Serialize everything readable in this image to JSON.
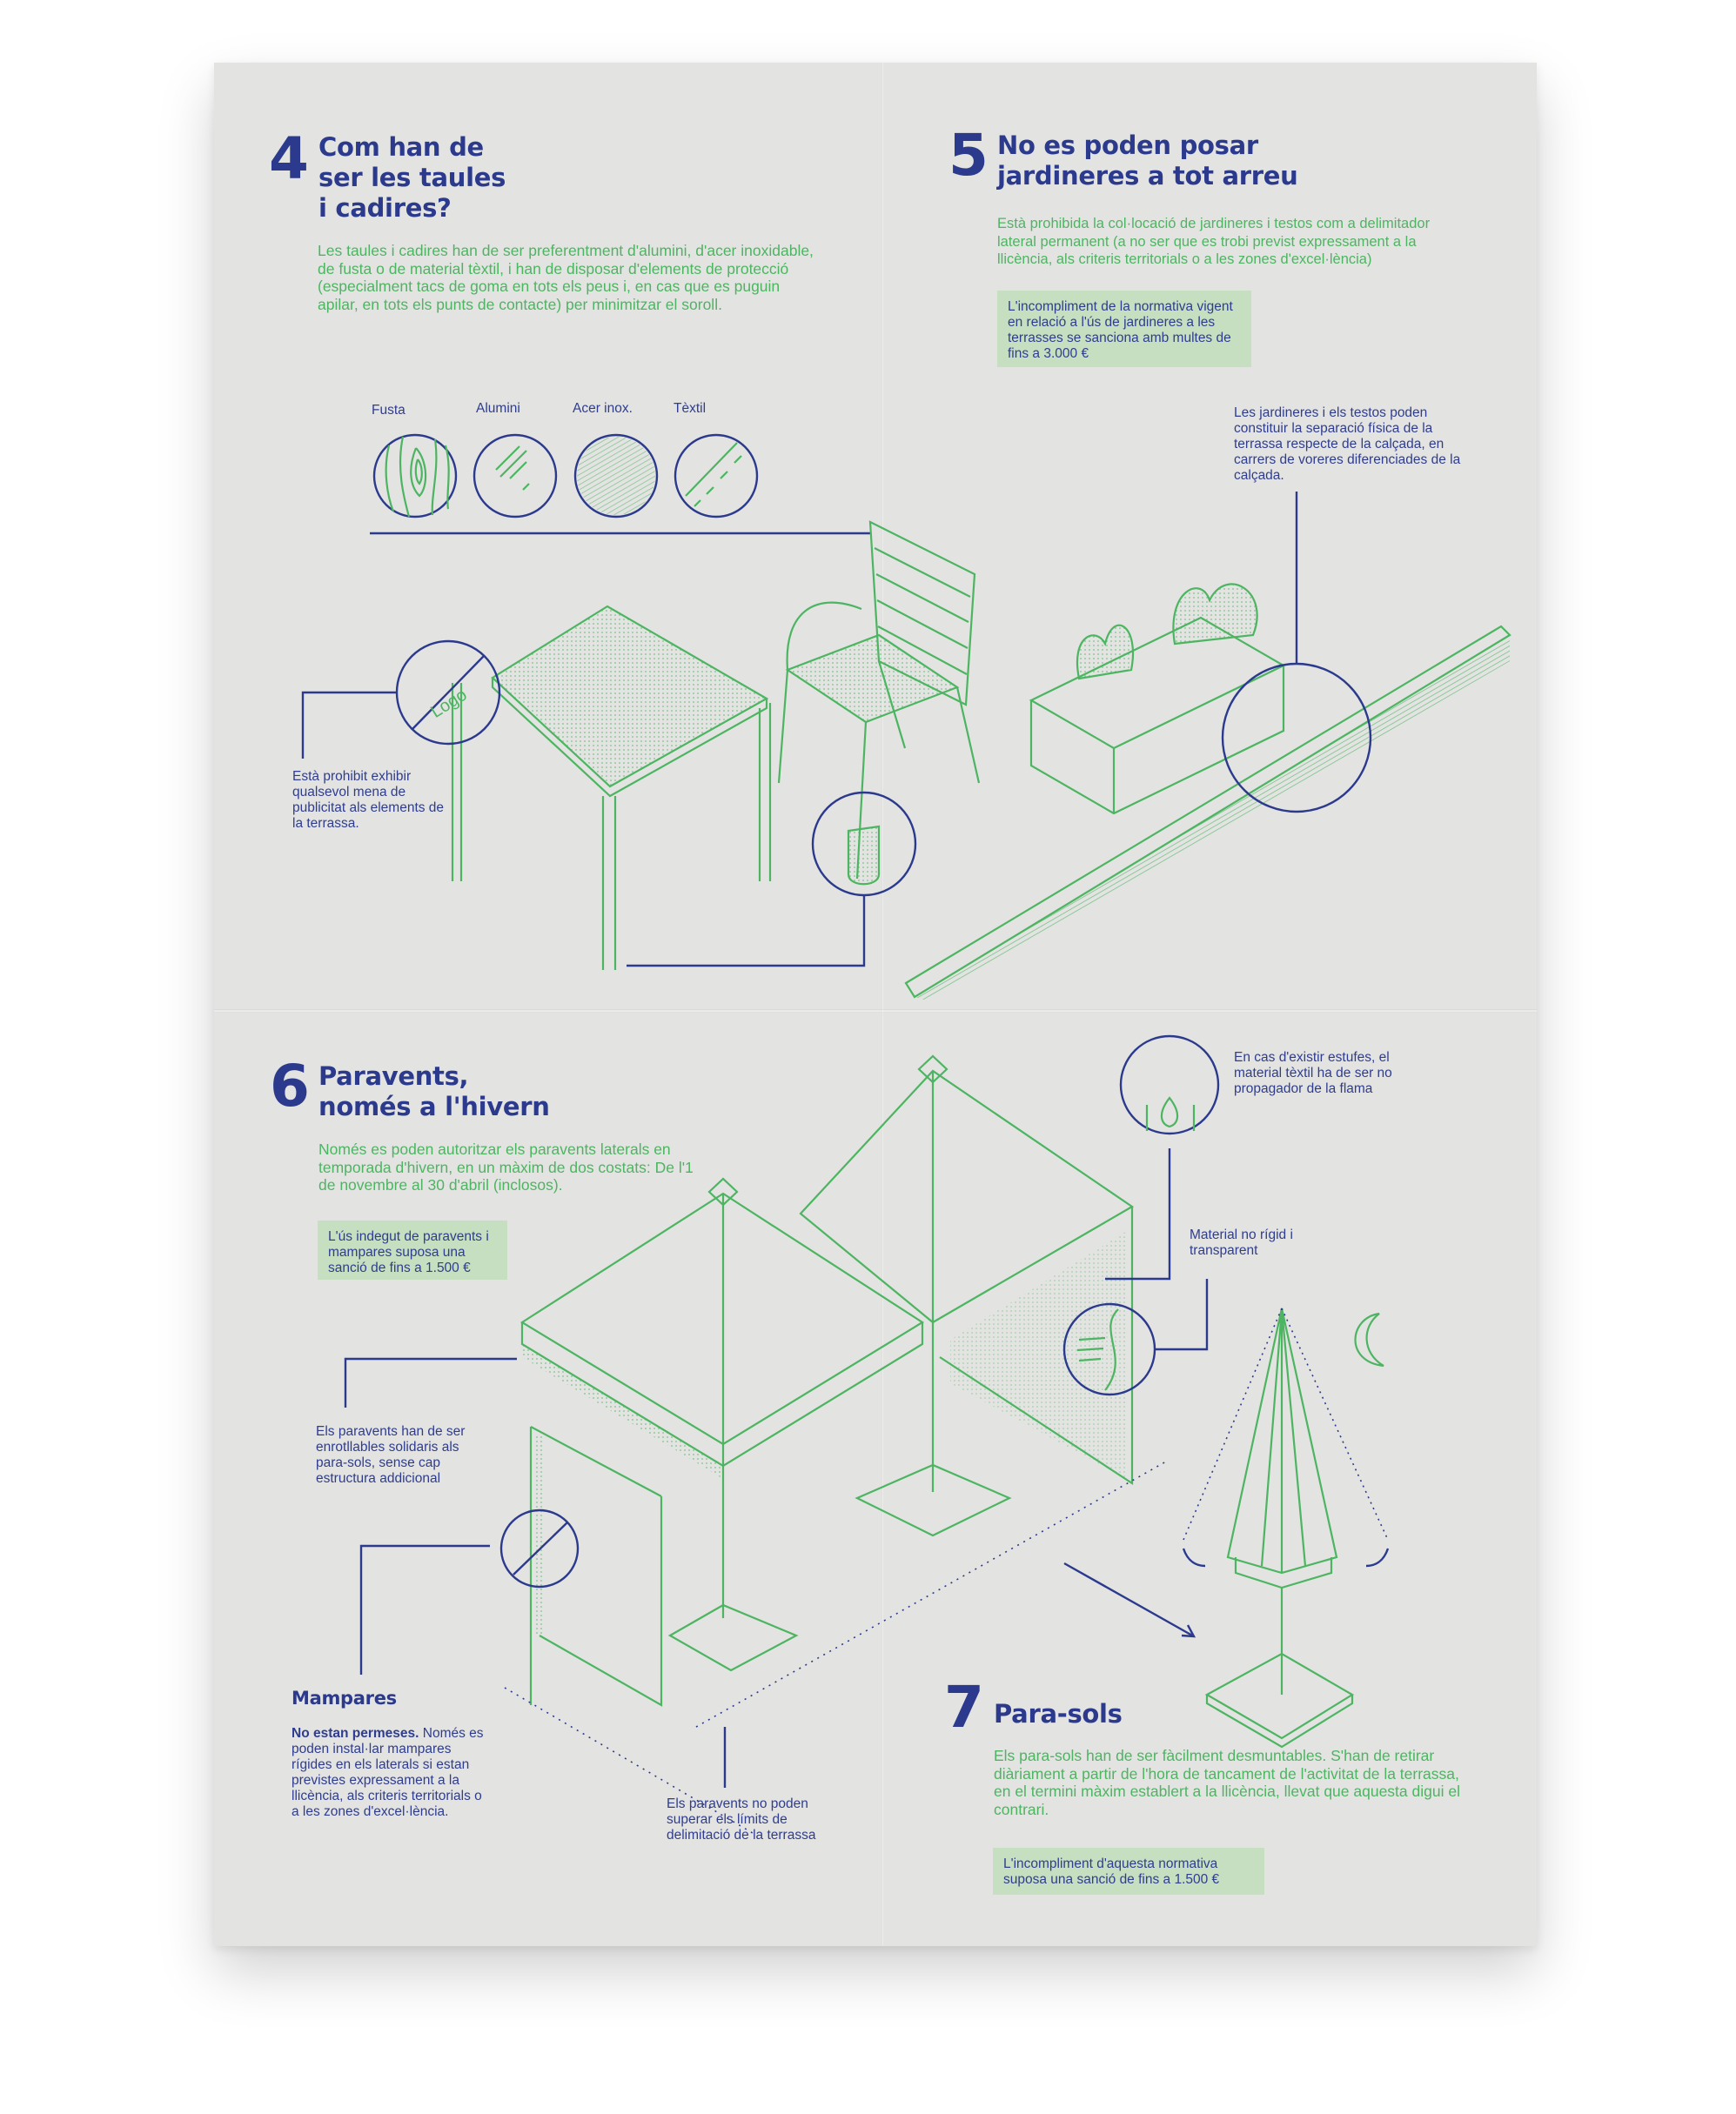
{
  "colors": {
    "navy": "#2b3a8c",
    "green": "#4db561",
    "box_green": "#c6dfc1",
    "paper": "#e3e3e2"
  },
  "section4": {
    "number": "4",
    "title_lines": [
      "Com han de",
      "ser les taules",
      "i cadires?"
    ],
    "body": "Les taules i cadires han de ser preferentment d'alumini, d'acer inoxidable, de fusta o de material tèxtil, i han de disposar d'elements de protecció (especialment tacs de goma en tots els peus i, en cas que es puguin apilar, en tots els punts de contacte) per minimitzar el soroll.",
    "materials": [
      {
        "label": "Fusta",
        "icon": "wood-texture-icon"
      },
      {
        "label": "Alumini",
        "icon": "aluminium-texture-icon"
      },
      {
        "label": "Acer inox.",
        "icon": "steel-texture-icon"
      },
      {
        "label": "Tèxtil",
        "icon": "textile-texture-icon"
      }
    ],
    "logo_text": "Logo",
    "advertising_note": "Està prohibit exhibir qualsevol mena de publicitat als elements de la terrassa."
  },
  "section5": {
    "number": "5",
    "title_lines": [
      "No es poden posar",
      "jardineres a tot arreu"
    ],
    "body": "Està prohibida la col·locació de jardineres i testos com a delimitador lateral permanent (a no ser que es trobi previst expressament a la llicència, als criteris territorials o a les zones d'excel·lència)",
    "fine_box": "L'incompliment de la normativa vigent en relació a l'ús de jardineres a les terrasses se sanciona amb multes de fins a 3.000 €",
    "planter_note": "Les jardineres i els testos poden constituir la separació física de la terrassa respecte de la calçada, en carrers de voreres diferenciades de la calçada."
  },
  "section6": {
    "number": "6",
    "title_lines": [
      "Paravents,",
      "només a l'hivern"
    ],
    "body": "Només es poden autoritzar els paravents laterals en temporada d'hivern, en un màxim de dos costats: De l'1 de novembre al 30 d'abril (inclosos).",
    "fine_box": "L'ús indegut de paravents i mampares suposa una sanció de fins a 1.500 €",
    "rollable_note": "Els paravents han de ser enrotllables solidaris als para-sols, sense cap estructura addicional",
    "stoves_note": "En cas d'existir estufes, el material tèxtil ha de ser no propagador de la flama",
    "material_note": "Material no rígid i transparent",
    "limits_note": "Els paravents no poden superar els límits de delimitació de la terrassa",
    "mampares_title": "Mampares",
    "mampares_bold": "No estan permeses.",
    "mampares_body": " Només es poden instal·lar mampares rígides en els laterals si estan previstes expressament a la llicència, als criteris territorials o a les zones d'excel·lència."
  },
  "section7": {
    "number": "7",
    "title": "Para-sols",
    "body": "Els para-sols han de ser fàcilment desmuntables. S'han de retirar diàriament a partir de l'hora de tancament de l'activitat de la terrassa, en el termini màxim establert a la llicència, llevat que aquesta digui el contrari.",
    "fine_box": "L'incompliment d'aquesta normativa suposa una sanció de fins a 1.500 €"
  }
}
